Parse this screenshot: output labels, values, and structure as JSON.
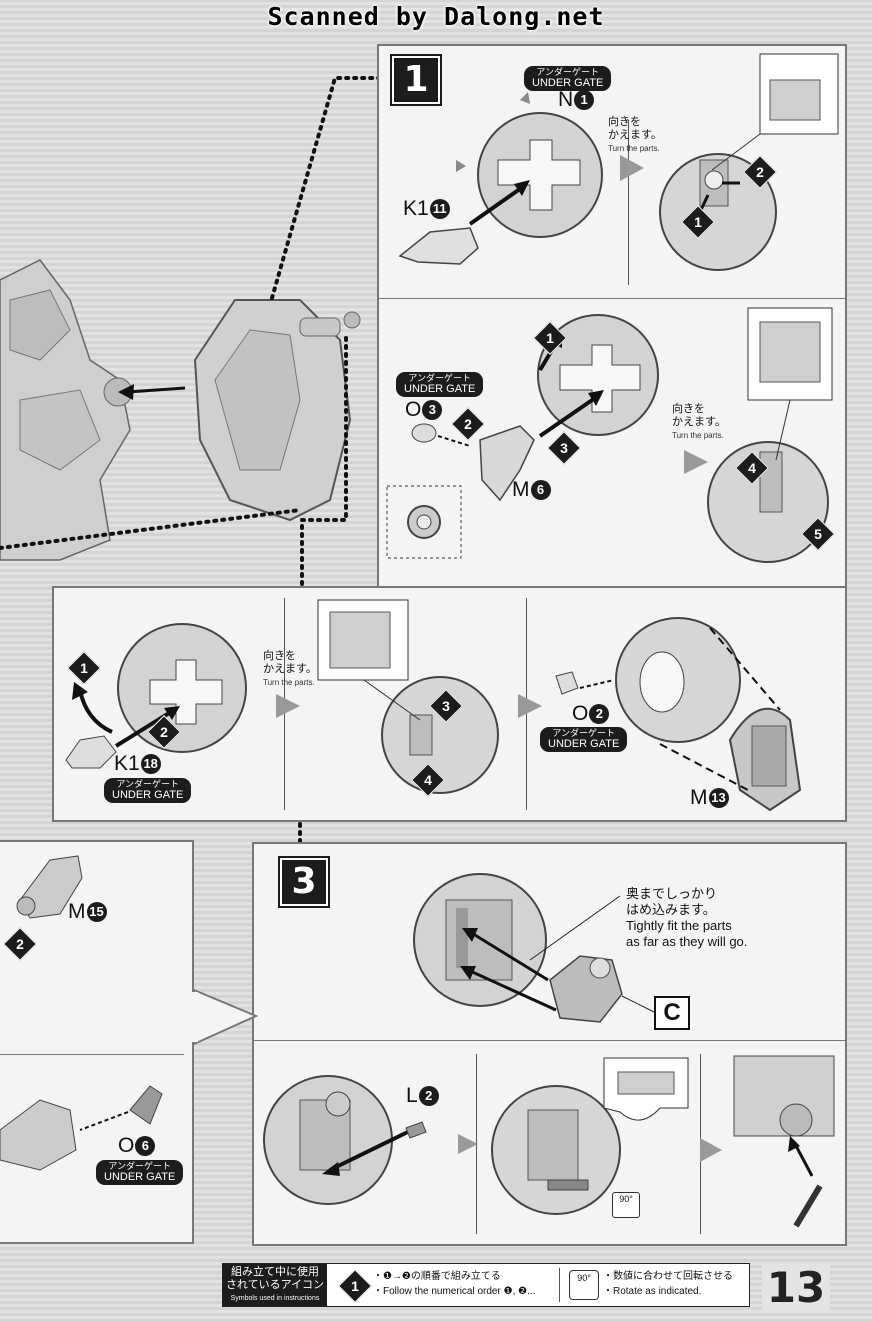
{
  "scan_banner": "Scanned by Dalong.net",
  "gate": {
    "jp": "アンダーゲート",
    "en": "UNDER GATE"
  },
  "turn": {
    "jp_line1": "向きを",
    "jp_line2": "かえます。",
    "en": "Turn the parts."
  },
  "step1": {
    "badge": "1",
    "sub_a": {
      "label_n": "N",
      "n_num": "1",
      "label_k1": "K1",
      "k1_num": "11",
      "markers": [
        "1",
        "2"
      ]
    },
    "sub_b": {
      "label_o": "O",
      "o_num": "3",
      "label_m": "M",
      "m_num": "6",
      "markers": [
        "1",
        "2",
        "3",
        "4",
        "5"
      ]
    }
  },
  "step2": {
    "label_k1": "K1",
    "k1_num": "18",
    "label_o": "O",
    "o_num": "2",
    "label_m": "M",
    "m_num": "13",
    "markers": [
      "1",
      "2",
      "3",
      "4"
    ]
  },
  "left_partial": {
    "label_m": "M",
    "m_num": "15",
    "marker": "2",
    "label_o": "O",
    "o_num": "6"
  },
  "step3": {
    "badge": "3",
    "fit_note": {
      "jp_line1": "奥までしっかり",
      "jp_line2": "はめ込みます。",
      "en_line1": "Tightly fit the parts",
      "en_line2": "as far as they will go."
    },
    "c_label": "C",
    "label_l": "L",
    "l_num": "2",
    "rotate_badge": "90°"
  },
  "footer": {
    "head_jp_line1": "組み立て中に使用",
    "head_jp_line2": "されているアイコン",
    "head_en": "Symbols used in instructions",
    "order_icon": "1",
    "order_jp": "・❶→❷の順番で組み立てる",
    "order_en": "・Follow the numerical order ❶, ❷...",
    "rotate_icon": "90°",
    "rotate_jp": "・数値に合わせて回転させる",
    "rotate_en": "・Rotate as indicated."
  },
  "page_number": "13"
}
